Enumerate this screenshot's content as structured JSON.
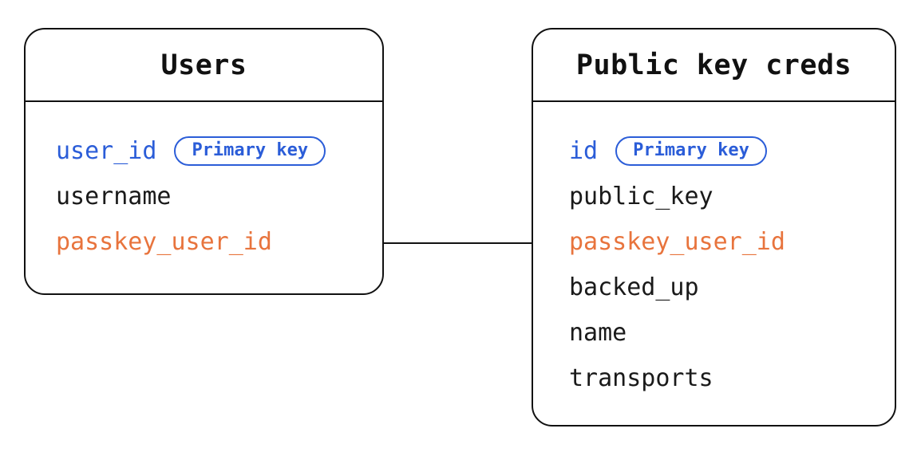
{
  "colors": {
    "primary_blue": "#2b5dd8",
    "foreign_orange": "#e8743d",
    "line": "#111111",
    "background": "#ffffff"
  },
  "tables": [
    {
      "title": "Users",
      "fields": [
        {
          "name": "user_id",
          "badge": "Primary key",
          "role": "primary-key"
        },
        {
          "name": "username",
          "role": "column"
        },
        {
          "name": "passkey_user_id",
          "role": "foreign-key"
        }
      ]
    },
    {
      "title": "Public key creds",
      "fields": [
        {
          "name": "id",
          "badge": "Primary key",
          "role": "primary-key"
        },
        {
          "name": "public_key",
          "role": "column"
        },
        {
          "name": "passkey_user_id",
          "role": "foreign-key"
        },
        {
          "name": "backed_up",
          "role": "column"
        },
        {
          "name": "name",
          "role": "column"
        },
        {
          "name": "transports",
          "role": "column"
        }
      ]
    }
  ],
  "relationships": [
    {
      "type": "line",
      "between": [
        "Users",
        "Public key creds"
      ],
      "at_field": "passkey_user_id"
    }
  ]
}
